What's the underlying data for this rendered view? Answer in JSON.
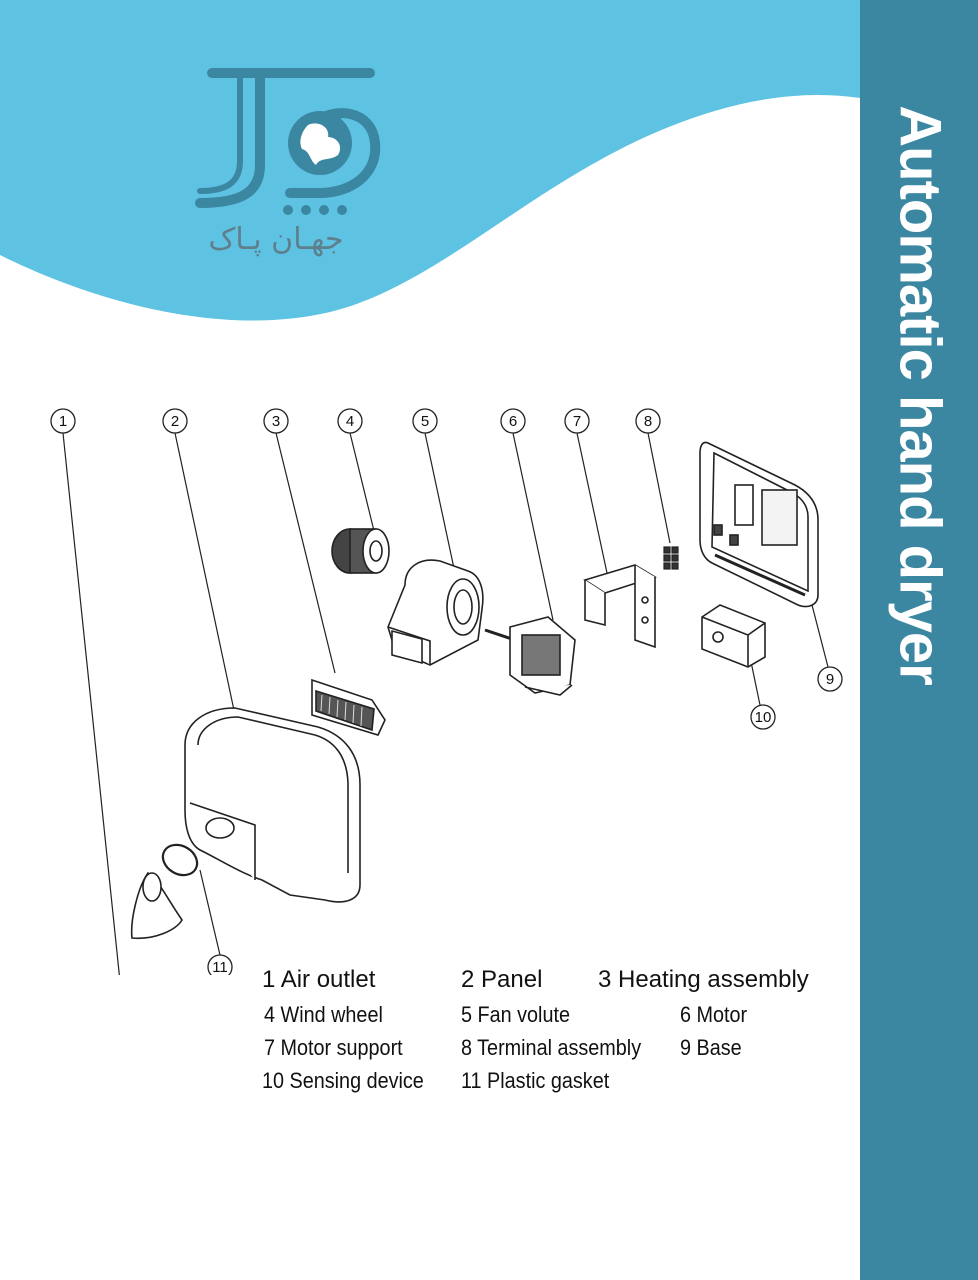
{
  "sidebar": {
    "title": "Automatic hand dryer"
  },
  "logo": {
    "text": "جهـان پـاک"
  },
  "callouts": [
    "1",
    "2",
    "3",
    "4",
    "5",
    "6",
    "7",
    "8",
    "9",
    "10",
    "11"
  ],
  "legend": {
    "r1": [
      "1 Air outlet",
      "2 Panel",
      "3  Heating assembly"
    ],
    "r2": [
      "4 Wind wheel",
      "5 Fan volute",
      "6  Motor"
    ],
    "r3": [
      "7 Motor support",
      "8 Terminal assembly",
      "9 Base"
    ],
    "r4": [
      "10 Sensing device",
      "11 Plastic gasket"
    ]
  },
  "colors": {
    "header_blue": "#5ec3e3",
    "sidebar_teal": "#3b87a1",
    "logo_teal": "#3b87a1"
  }
}
